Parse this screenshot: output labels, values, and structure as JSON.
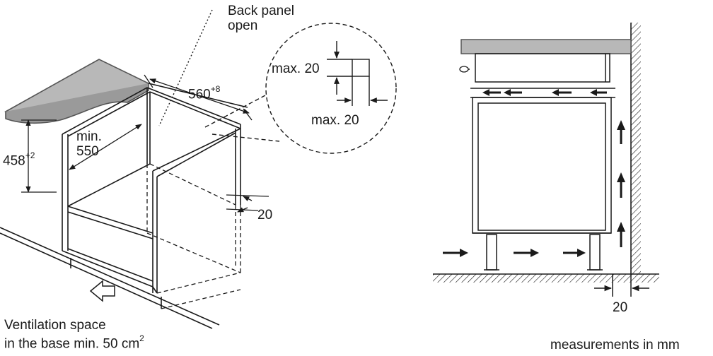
{
  "colors": {
    "line": "#1a1a1a",
    "counter": "#b8b8b8",
    "counter_edge": "#555555",
    "wall": "#1a1a1a",
    "background": "#ffffff"
  },
  "left_diagram": {
    "back_panel": {
      "line1": "Back panel",
      "line2": "open"
    },
    "width": {
      "value": "560",
      "tolerance": "+8"
    },
    "depth": {
      "line1": "min.",
      "line2": "550"
    },
    "height": {
      "value": "458",
      "tolerance": "+2"
    },
    "side_gap": "20",
    "detail": {
      "top": "max. 20",
      "bottom": "max. 20"
    },
    "ventilation": {
      "line1": "Ventilation space",
      "line2_text": "in the base min. 50 cm",
      "line2_sup": "2"
    },
    "arrow_icon": "airflow-in-arrow-icon"
  },
  "right_diagram": {
    "wall_gap": "20",
    "arrow_icon": "airflow-arrow-icon"
  },
  "footer": {
    "units": "measurements in mm"
  }
}
